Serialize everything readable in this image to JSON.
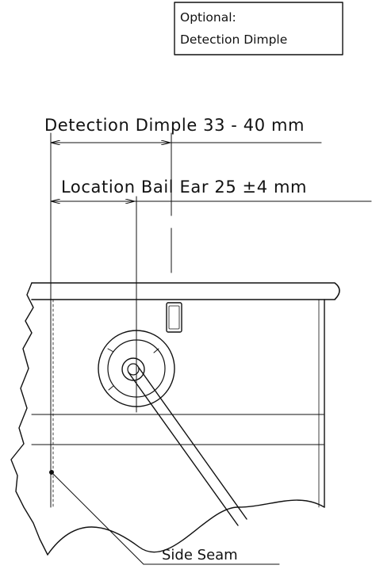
{
  "diagram": {
    "note_box": {
      "line1": "Optional:",
      "line2": "Detection Dimple"
    },
    "dimensions": {
      "detection_dimple": "Detection Dimple 33 - 40 mm",
      "location_bail_ear": "Location Bail Ear 25 ±4 mm"
    },
    "callouts": {
      "side_seam": "Side Seam"
    }
  }
}
